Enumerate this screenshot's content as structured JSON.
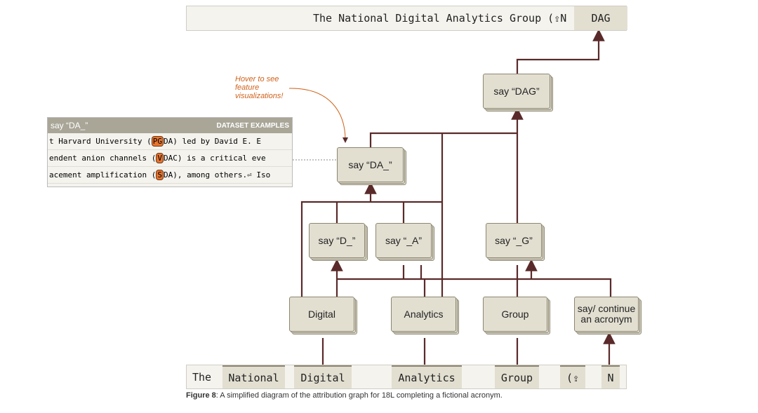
{
  "output_bar": {
    "prompt": "The National Digital Analytics Group (⇪N",
    "prediction": "DAG"
  },
  "nodes": {
    "dag": "say “DAG”",
    "da": "say “DA_”",
    "d": "say “D_”",
    "a": "say “_A”",
    "g": "say “_G”",
    "digital": "Digital",
    "analytics": "Analytics",
    "group": "Group",
    "acronym": "say/ continue an acronym"
  },
  "annotation": "Hover to see feature visualizations!",
  "panel": {
    "title": "say “DA_”",
    "header": "DATASET EXAMPLES",
    "rows": [
      {
        "pre": "t Harvard University (",
        "hl": "PG",
        "post": "DA) led by David E. E"
      },
      {
        "pre": "endent anion channels (",
        "hl": "V",
        "post": "DAC) is a critical eve"
      },
      {
        "pre": "acement amplification (",
        "hl": "S",
        "post": "DA), among others.⏎ Iso"
      }
    ]
  },
  "tokens": [
    "The",
    "National",
    "Digital",
    "Analytics",
    "Group",
    "(⇪",
    "N"
  ],
  "caption": {
    "label": "Figure 8",
    "text": ": A simplified diagram of the attribution graph for 18L completing a fictional acronym."
  }
}
